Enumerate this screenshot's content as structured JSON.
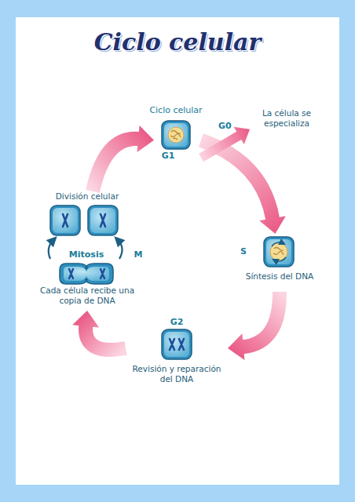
{
  "diagram": {
    "title": "Ciclo celular",
    "nodes": [
      {
        "text": [
          "G1"
        ]
      },
      {
        "text": [
          "La célula se especializa"
        ]
      },
      {
        "text": [
          "S",
          "Síntesis del DNA"
        ]
      },
      {
        "text": [
          "G2",
          "Revisión y reparación del DNA"
        ]
      },
      {
        "text": [
          "División celular",
          "Mitosis",
          "M",
          "Cada célula recibe una copia de DNA"
        ]
      }
    ],
    "edges": [
      {
        "from": 0,
        "to": 2,
        "arrow": "to"
      },
      {
        "from": 2,
        "to": 3,
        "arrow": "to"
      },
      {
        "from": 3,
        "to": 4,
        "arrow": "to"
      },
      {
        "from": 4,
        "to": 0,
        "arrow": "to"
      },
      {
        "from": 0,
        "to": 1,
        "label": "G0",
        "arrow": "to"
      }
    ],
    "labels": [
      "Ciclo celular"
    ]
  }
}
